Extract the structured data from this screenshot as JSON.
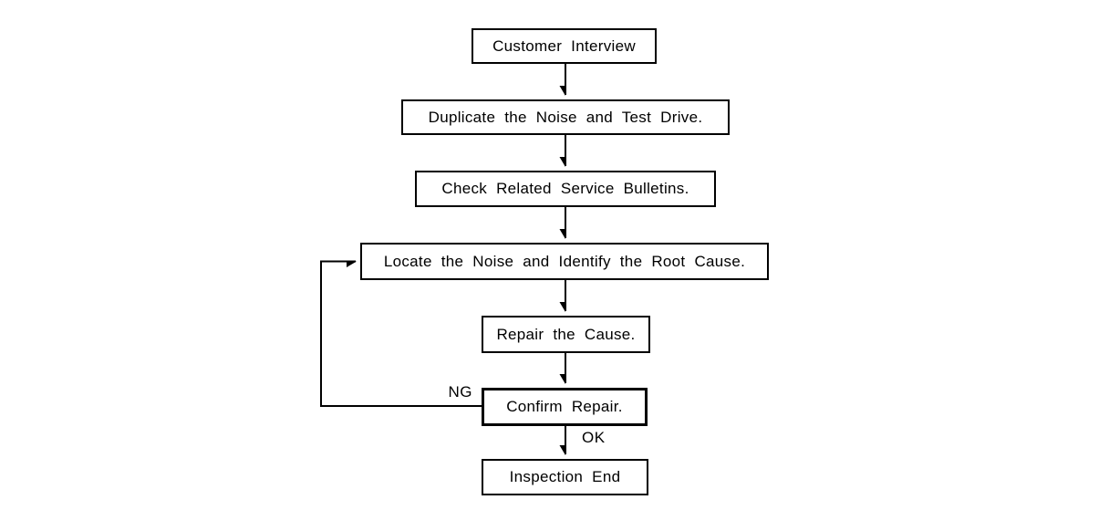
{
  "diagram": {
    "type": "flowchart",
    "background_color": "#ffffff",
    "line_color": "#000000",
    "text_color": "#000000",
    "nodes": [
      {
        "id": "customer-interview",
        "label": "Customer Interview"
      },
      {
        "id": "duplicate-noise-test-drive",
        "label": "Duplicate the Noise and Test Drive."
      },
      {
        "id": "check-service-bulletins",
        "label": "Check Related Service Bulletins."
      },
      {
        "id": "locate-noise-root-cause",
        "label": "Locate the Noise and Identify the Root Cause."
      },
      {
        "id": "repair-cause",
        "label": "Repair the Cause."
      },
      {
        "id": "confirm-repair",
        "label": "Confirm Repair."
      },
      {
        "id": "inspection-end",
        "label": "Inspection End"
      }
    ],
    "edge_labels": {
      "ng": "NG",
      "ok": "OK"
    }
  }
}
